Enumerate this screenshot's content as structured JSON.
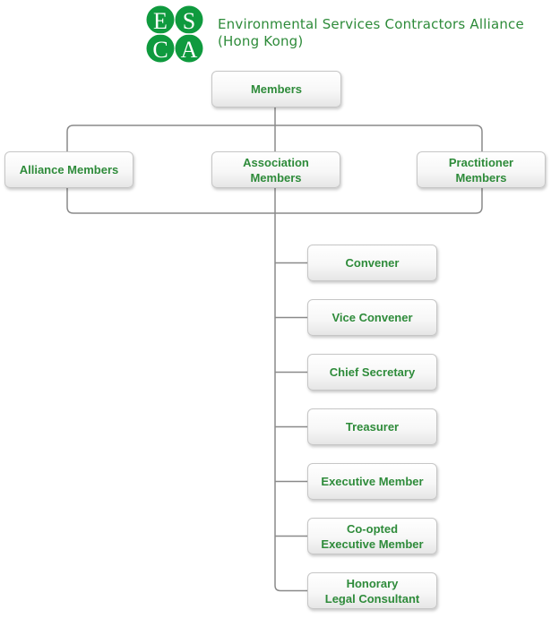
{
  "header": {
    "logo_letters": [
      "E",
      "S",
      "C",
      "A"
    ],
    "logo_color": "#0f9a3e",
    "org_name_line1": "Environmental Services Contractors Alliance",
    "org_name_line2": "(Hong Kong)"
  },
  "chart": {
    "line_color": "#8a8a8a",
    "text_color": "#2e8b3a",
    "root": "Members",
    "member_types": [
      [
        "Alliance Members"
      ],
      [
        "Association",
        "Members"
      ],
      [
        "Practitioner",
        "Members"
      ]
    ],
    "roles": [
      [
        "Convener"
      ],
      [
        "Vice Convener"
      ],
      [
        "Chief Secretary"
      ],
      [
        "Treasurer"
      ],
      [
        "Executive Member"
      ],
      [
        "Co-opted",
        "Executive Member"
      ],
      [
        "Honorary",
        "Legal Consultant"
      ]
    ]
  }
}
